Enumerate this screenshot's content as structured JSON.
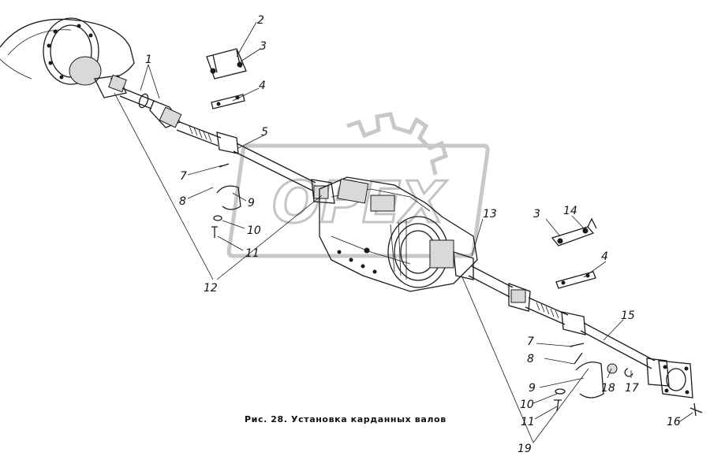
{
  "figure": {
    "caption": "Рис. 28. Установка карданных валов",
    "watermark_text": "OPEX"
  },
  "callouts": {
    "c1": "1",
    "c2": "2",
    "c3_top": "3",
    "c4_top": "4",
    "c5": "5",
    "c7_left": "7",
    "c8_left": "8",
    "c9_left": "9",
    "c10_left": "10",
    "c11_left": "11",
    "c12": "12",
    "c13": "13",
    "c3_right": "3",
    "c14": "14",
    "c4_right": "4",
    "c15": "15",
    "c7_right": "7",
    "c8_right": "8",
    "c9_right": "9",
    "c10_right": "10",
    "c11_right": "11",
    "c16": "16",
    "c17": "17",
    "c18": "18",
    "c19": "19"
  },
  "colors": {
    "ink": "#1a1a1a",
    "watermark": "#c4c4c4"
  }
}
